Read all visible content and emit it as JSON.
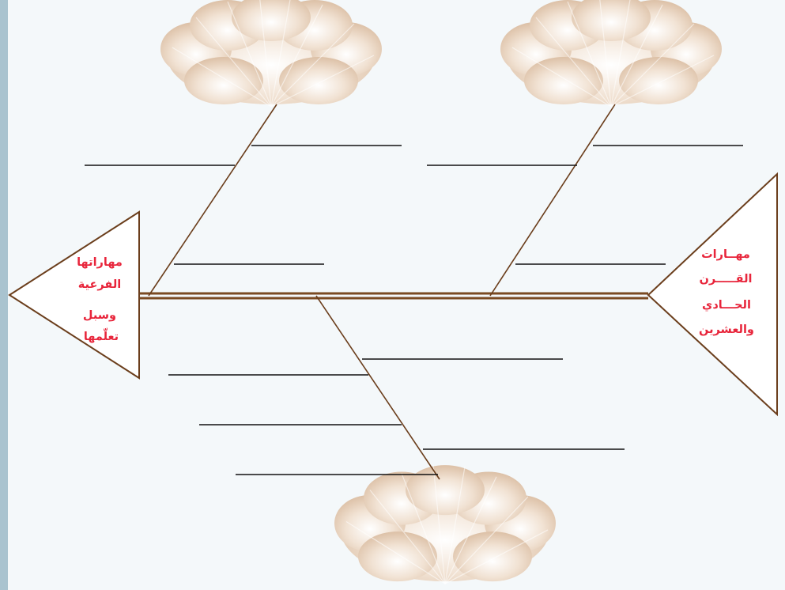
{
  "diagram": {
    "kind": "fishbone",
    "head_label": [
      "مهــارات",
      "القـــــرن",
      "الحـــادي",
      "والعشرين"
    ],
    "tail_label": [
      "مهاراتها",
      "الفرعية",
      "وسبل",
      "تعلّمها"
    ],
    "colors": {
      "background": "#f4f8fa",
      "side_strip": "#a9c3cf",
      "spine": "#7a4a22",
      "bone": "#6b3e1c",
      "blank_line": "#111111",
      "label_text": "#e8253b",
      "cloud": "#efdccb"
    }
  }
}
